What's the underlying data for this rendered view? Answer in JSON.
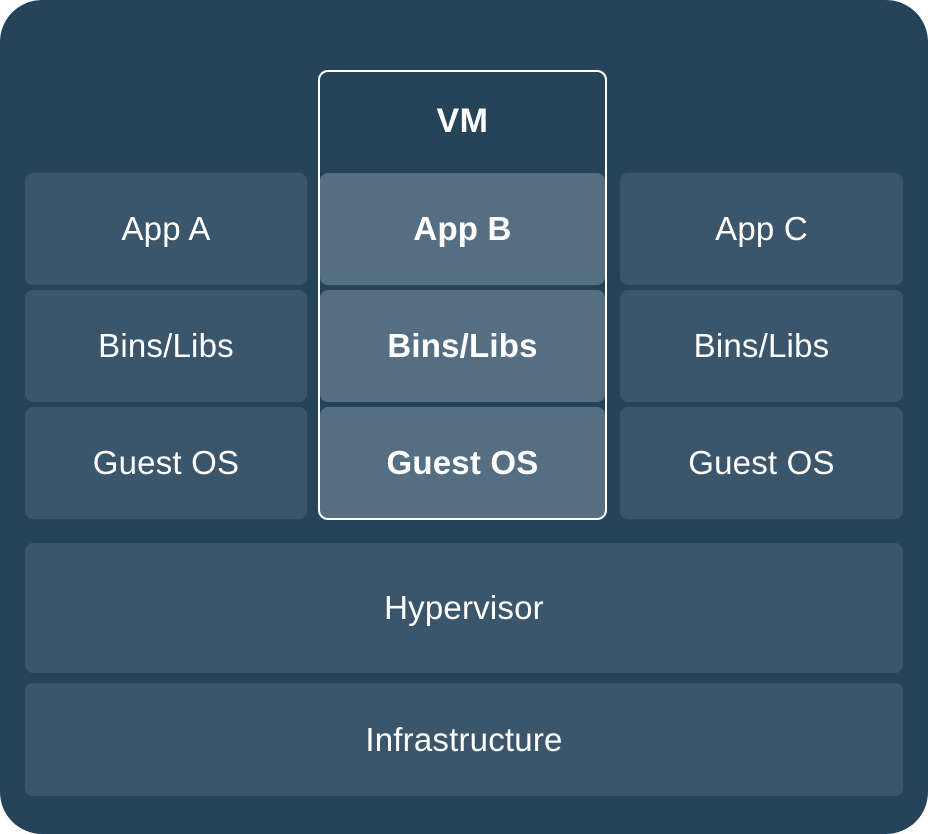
{
  "diagram": {
    "title": "VM",
    "colors": {
      "card_background": "#254459",
      "box": "#3b556b",
      "box_highlight": "#566e82",
      "text": "#ffffff",
      "outline": "#ffffff"
    },
    "vm_group": {
      "label": "VM",
      "column_index": 1
    },
    "columns": [
      {
        "name": "left",
        "highlighted": false,
        "cells": [
          {
            "label": "App A"
          },
          {
            "label": "Bins/Libs"
          },
          {
            "label": "Guest OS"
          }
        ]
      },
      {
        "name": "center",
        "highlighted": true,
        "cells": [
          {
            "label": "App B"
          },
          {
            "label": "Bins/Libs"
          },
          {
            "label": "Guest OS"
          }
        ]
      },
      {
        "name": "right",
        "highlighted": false,
        "cells": [
          {
            "label": "App C"
          },
          {
            "label": "Bins/Libs"
          },
          {
            "label": "Guest OS"
          }
        ]
      }
    ],
    "base_layers": [
      {
        "label": "Hypervisor"
      },
      {
        "label": "Infrastructure"
      }
    ]
  }
}
